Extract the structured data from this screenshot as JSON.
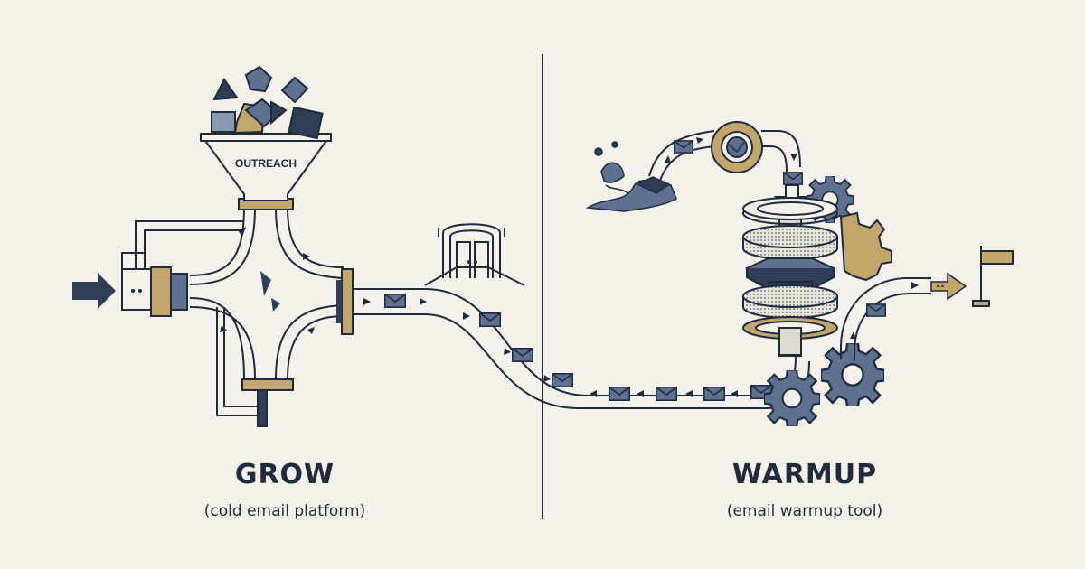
{
  "left": {
    "title": "GROW",
    "subtitle": "(cold email platform)",
    "funnel_label": "OUTREACH"
  },
  "right": {
    "title": "WARMUP",
    "subtitle": "(email warmup tool)"
  },
  "colors": {
    "background": "#f3f1ea",
    "ink": "#1f2a3d",
    "navy": "#2e3e57",
    "slate": "#5f7191",
    "gold": "#c3a66a"
  },
  "icons": [
    "arrow-right-icon",
    "funnel-icon",
    "pipe-network-icon",
    "door-icon",
    "envelope-icon",
    "spool-icon",
    "splash-icon",
    "gear-icon",
    "filter-stack-icon",
    "flag-icon"
  ]
}
